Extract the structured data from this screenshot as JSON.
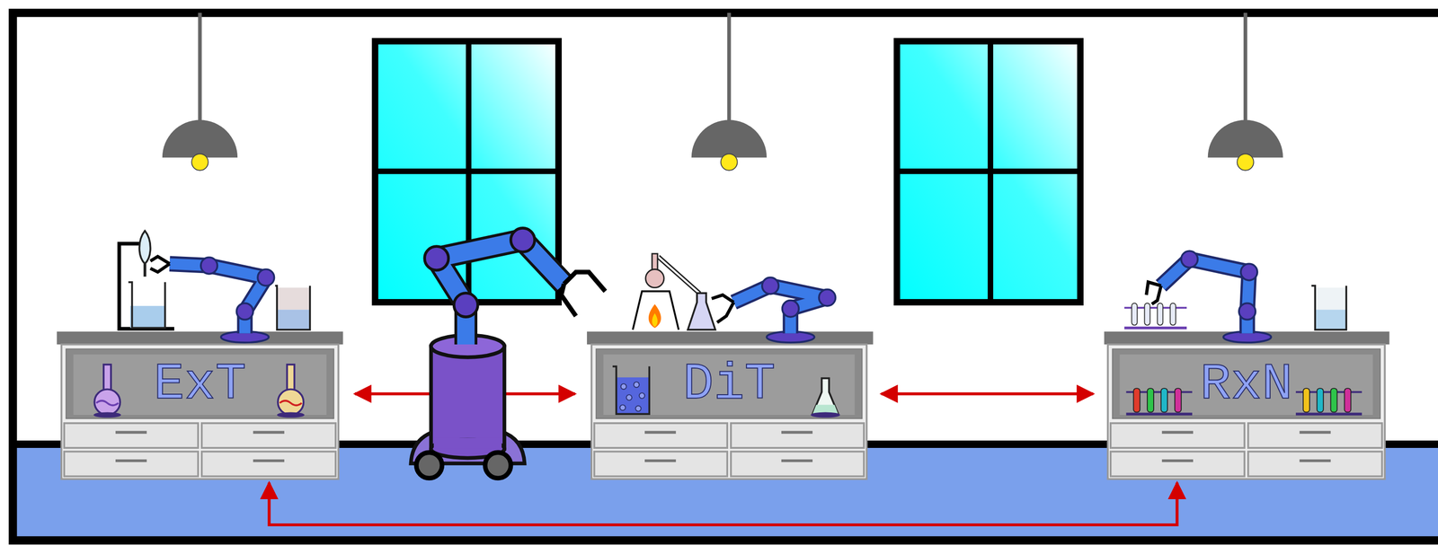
{
  "diagram": {
    "nodes": [
      {
        "text": [
          "ExT"
        ]
      },
      {
        "text": [
          "DiT"
        ]
      },
      {
        "text": [
          "RxN"
        ]
      }
    ],
    "edges": [
      {
        "from": 0,
        "to": 1,
        "arrow": "both"
      },
      {
        "from": 1,
        "to": 2,
        "arrow": "both"
      },
      {
        "from": 0,
        "to": 2,
        "arrow": "both"
      }
    ]
  }
}
